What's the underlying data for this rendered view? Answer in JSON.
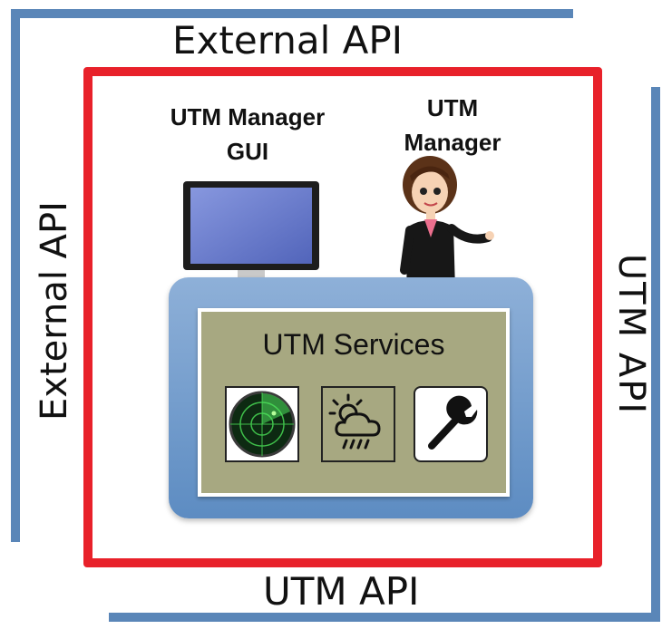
{
  "labels": {
    "external_api_top": "External API",
    "external_api_left": "External  API",
    "utm_api_right": "UTM  API",
    "utm_api_bottom": "UTM API"
  },
  "captions": {
    "manager_gui": "UTM Manager GUI",
    "manager": "UTM Manager"
  },
  "services": {
    "title": "UTM Services",
    "tiles": [
      "radar-icon",
      "weather-icon",
      "wrench-icon"
    ]
  },
  "colors": {
    "utm_api_frame": "#5a86b8",
    "external_api_frame": "#e8212a",
    "services_panel": "#a7a881"
  }
}
